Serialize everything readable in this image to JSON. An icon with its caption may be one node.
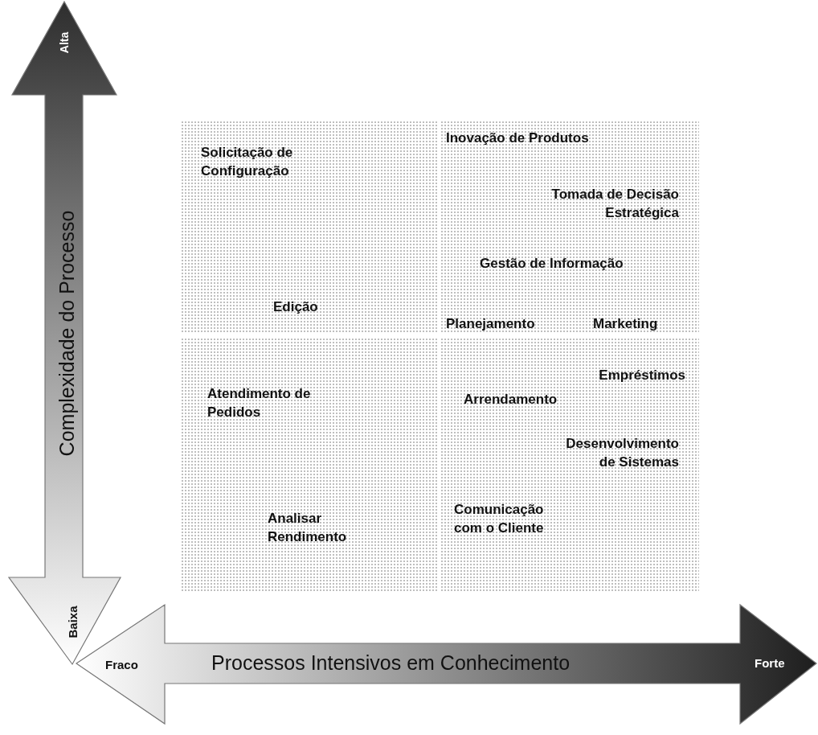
{
  "diagram": {
    "nodes": [
      {
        "text": [
          "Alta",
          "Complexidade do Processo",
          "Baixa"
        ]
      },
      {
        "text": [
          "Fraco",
          "Processos Intensivos em Conhecimento",
          "Forte"
        ]
      },
      {
        "text": [
          "Solicitação de Configuração",
          "Edição"
        ]
      },
      {
        "text": [
          "Inovação de Produtos",
          "Tomada de Decisão Estratégica",
          "Gestão de Informação",
          "Planejamento",
          "Marketing"
        ]
      },
      {
        "text": [
          "Atendimento de Pedidos",
          "Analisar Rendimento"
        ]
      },
      {
        "text": [
          "Empréstimos",
          "Arrendamento",
          "Desenvolvimento de Sistemas",
          "Comunicação com o Cliente"
        ]
      }
    ]
  }
}
